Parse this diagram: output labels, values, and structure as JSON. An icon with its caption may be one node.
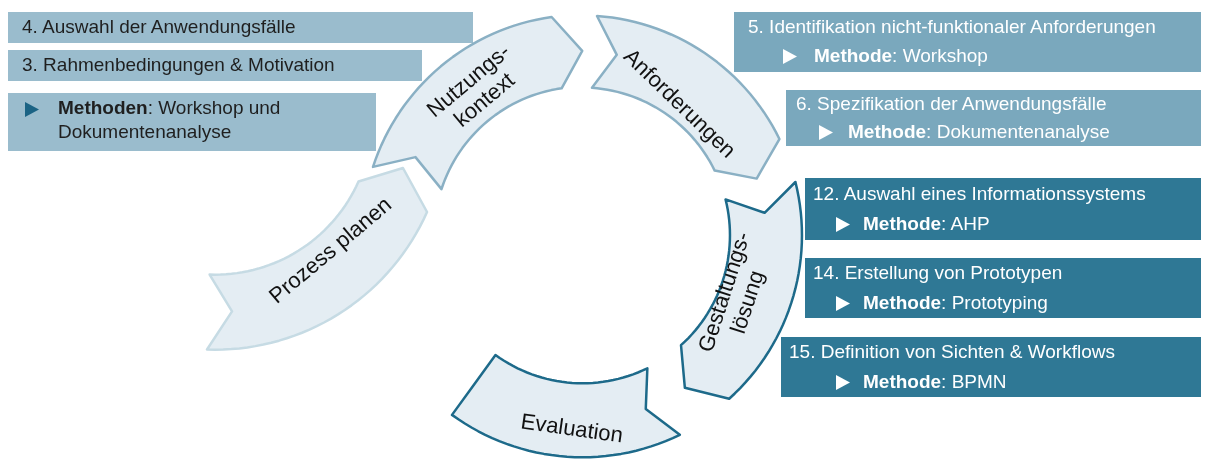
{
  "diagram": {
    "nodes": [
      {
        "text": [
          "4. Auswahl der Anwendungsfälle"
        ]
      },
      {
        "text": [
          "3. Rahmenbedingungen & Motivation"
        ]
      },
      {
        "text": [
          "**Methoden**: Workshop und Dokumentenanalyse"
        ]
      },
      {
        "text": [
          "Nutzungs- kontext"
        ]
      },
      {
        "text": [
          "Anforderungen"
        ]
      },
      {
        "text": [
          "5. Identifikation nicht-funktionaler Anforderungen",
          "**Methode**: Workshop"
        ]
      },
      {
        "text": [
          "6. Spezifikation der Anwendungsfälle",
          "**Methode**: Dokumentenanalyse"
        ]
      },
      {
        "text": [
          "Prozess planen"
        ]
      },
      {
        "text": [
          "Gestaltungs- lösung"
        ]
      },
      {
        "text": [
          "12. Auswahl eines Informationssystems",
          "**Methode**: AHP"
        ]
      },
      {
        "text": [
          "14. Erstellung von Prototypen",
          "**Methode**: Prototyping"
        ]
      },
      {
        "text": [
          "15. Definition von Sichten & Workflows",
          "**Methode**: BPMN"
        ]
      },
      {
        "text": [
          "Evaluation"
        ]
      }
    ]
  }
}
